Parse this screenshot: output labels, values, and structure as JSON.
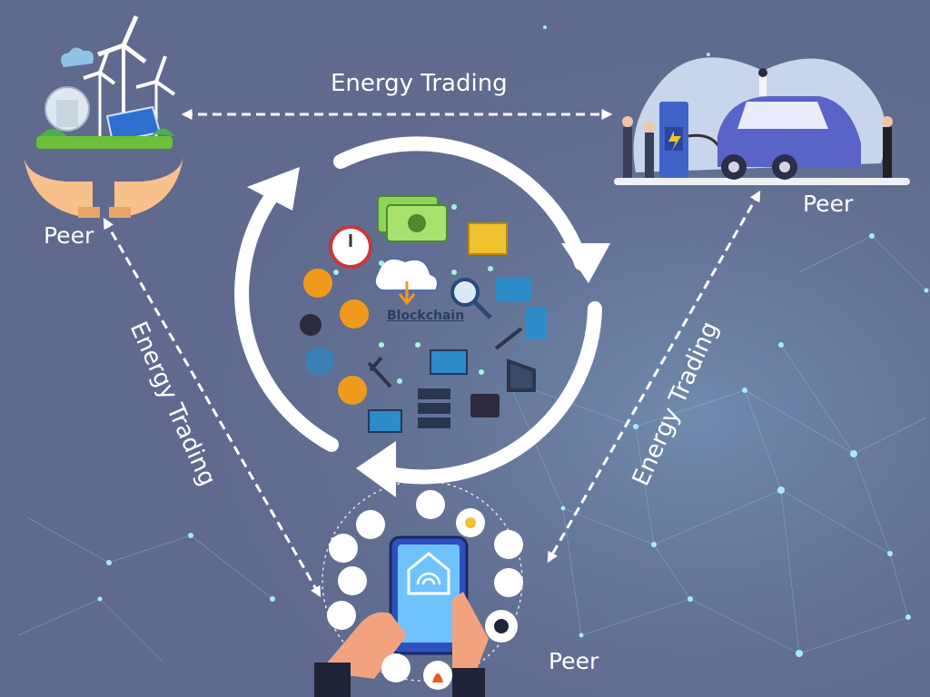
{
  "labels": {
    "energy_trading_top": "Energy Trading",
    "energy_trading_left": "Energy Trading",
    "energy_trading_right": "Energy Trading",
    "peer_top_left": "Peer",
    "peer_top_right": "Peer",
    "peer_bottom": "Peer",
    "blockchain": "Blockchain"
  },
  "colors": {
    "background": "#5f6a8e",
    "arrow": "#ffffff",
    "network_glow": "#7fd8ff"
  },
  "icons": {
    "peer_top_left": "renewable-energy-hands-icon",
    "peer_top_right": "ev-charging-station-icon",
    "peer_bottom": "smart-home-phone-icon",
    "center": "blockchain-cycle-icon"
  }
}
